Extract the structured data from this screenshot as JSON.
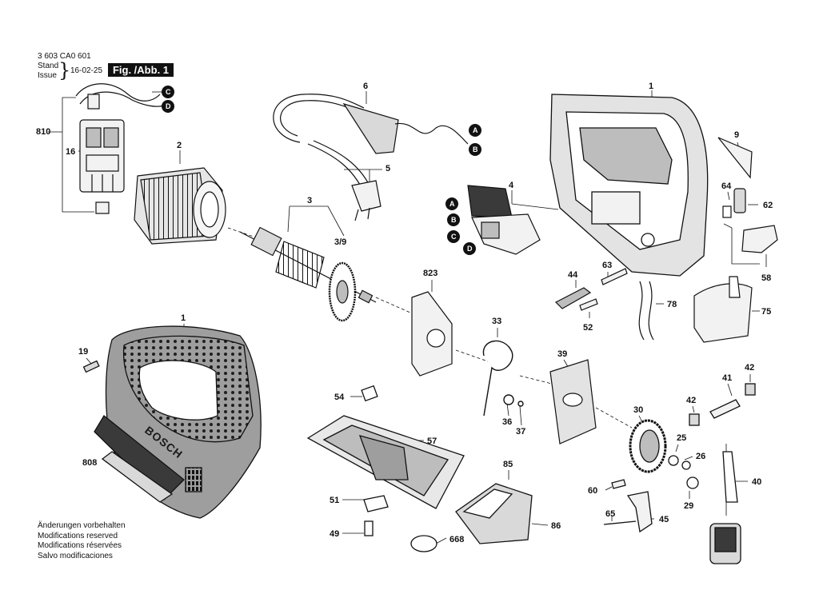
{
  "header": {
    "doc_number": "3 603 CA0 601",
    "stand_label": "Stand",
    "issue_label": "Issue",
    "date": "16-02-25",
    "figure_label": "Fig. /Abb. 1"
  },
  "footer_notes": [
    "Änderungen vorbehalten",
    "Modifications reserved",
    "Modifications réservées",
    "Salvo modificaciones"
  ],
  "part_labels": {
    "p1_housing": "1",
    "p1_housing_front": "1",
    "p2": "2",
    "p3": "3",
    "p3_9": "3/9",
    "p4": "4",
    "p5": "5",
    "p6": "6",
    "p9": "9",
    "p16": "16",
    "p19": "19",
    "p25": "25",
    "p26": "26",
    "p29": "29",
    "p30": "30",
    "p33": "33",
    "p36": "36",
    "p37": "37",
    "p39": "39",
    "p40": "40",
    "p41": "41",
    "p42a": "42",
    "p42b": "42",
    "p44": "44",
    "p45": "45",
    "p49": "49",
    "p51": "51",
    "p52": "52",
    "p54": "54",
    "p57": "57",
    "p58": "58",
    "p60": "60",
    "p62": "62",
    "p63": "63",
    "p64": "64",
    "p65": "65",
    "p75": "75",
    "p78": "78",
    "p85": "85",
    "p86": "86",
    "p668": "668",
    "p808": "808",
    "p810": "810",
    "p823": "823"
  },
  "connectors": {
    "c_top": "C",
    "d_top": "D",
    "a_cord": "A",
    "b_cord": "B",
    "a_switch": "A",
    "b_switch": "B",
    "c_switch": "C",
    "d_switch": "D"
  },
  "brand": "BOSCH",
  "colors": {
    "line": "#111111",
    "part_fill": "#f2f2f2",
    "part_shade": "#bdbdbd",
    "dark": "#3a3a3a"
  }
}
